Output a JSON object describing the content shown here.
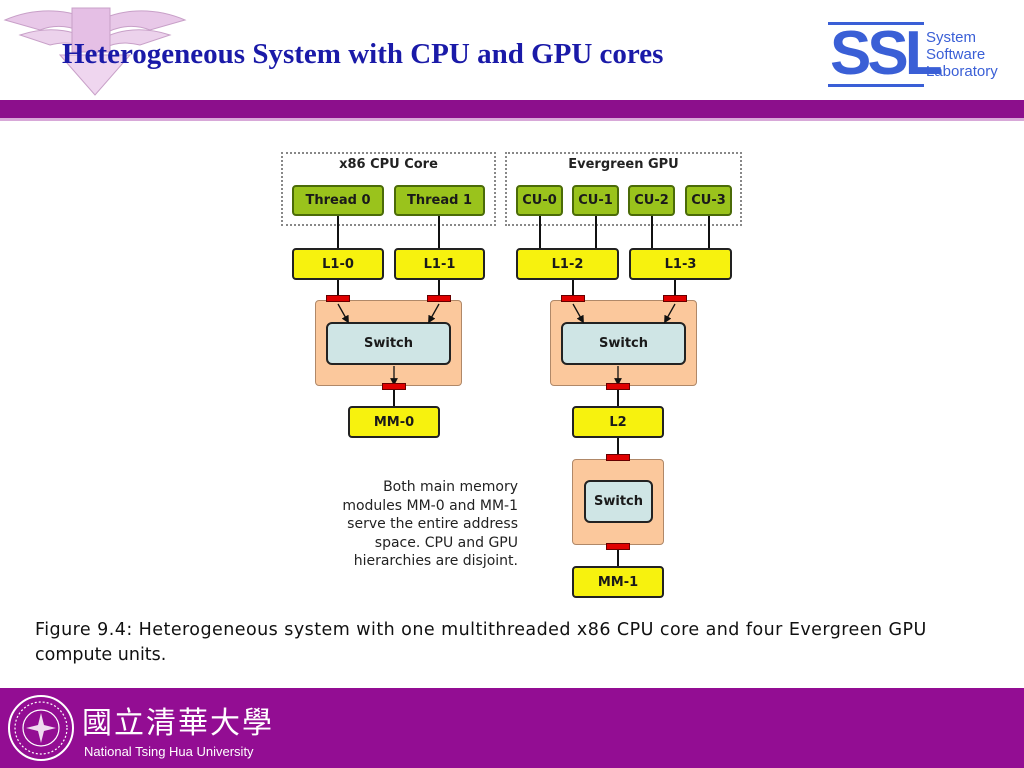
{
  "header": {
    "title": "Heterogeneous System with CPU and GPU cores"
  },
  "logo": {
    "word": "SSL",
    "line1": "System",
    "line2": "Software",
    "line3": "Laboratory"
  },
  "diagram": {
    "cpu_group": "x86 CPU Core",
    "gpu_group": "Evergreen GPU",
    "thread0": "Thread 0",
    "thread1": "Thread 1",
    "cu0": "CU-0",
    "cu1": "CU-1",
    "cu2": "CU-2",
    "cu3": "CU-3",
    "l1_0": "L1-0",
    "l1_1": "L1-1",
    "l1_2": "L1-2",
    "l1_3": "L1-3",
    "switch": "Switch",
    "mm0": "MM-0",
    "l2": "L2",
    "mm1": "MM-1",
    "note": [
      "Both main memory",
      "modules MM-0 and MM-1",
      "serve the entire address",
      "space. CPU and GPU",
      "hierarchies are disjoint."
    ]
  },
  "caption": {
    "line1": "Figure 9.4:  Heterogeneous system with one multithreaded x86 CPU core and four Evergreen GPU",
    "line2": "compute units."
  },
  "footer": {
    "university_zh": "國立清華大學",
    "university_en": "National Tsing Hua University"
  }
}
